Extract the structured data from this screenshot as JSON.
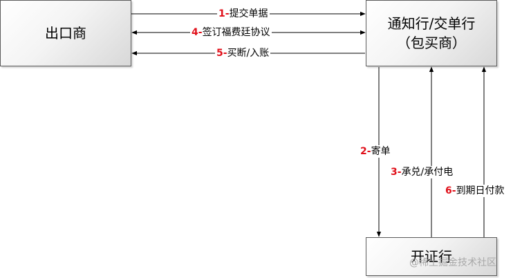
{
  "nodes": {
    "exporter": {
      "label": "出口商"
    },
    "bank": {
      "line1": "通知行/交单行",
      "line2": "（包买商）"
    },
    "issuer": {
      "label": "开证行"
    }
  },
  "edges": [
    {
      "num": "1-",
      "text": "提交单据"
    },
    {
      "num": "4-",
      "text": "签订福费廷协议"
    },
    {
      "num": "5-",
      "text": "买断/入账"
    },
    {
      "num": "2-",
      "text": "寄单"
    },
    {
      "num": "3-",
      "text": "承兑/承付电"
    },
    {
      "num": "6-",
      "text": "到期日付款"
    }
  ],
  "watermark": "@稀土掘金技术社区",
  "colors": {
    "step_number": "#e0101a",
    "line": "#000000",
    "box_border": "#5a5a5a"
  }
}
